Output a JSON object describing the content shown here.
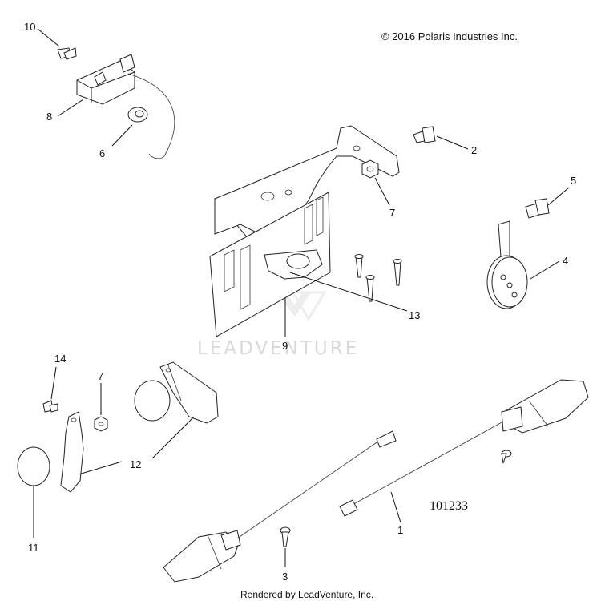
{
  "copyright": "© 2016  Polaris Industries Inc.",
  "diagram_number": "101233",
  "watermark": "LEADVENTURE",
  "footer": "Rendered by LeadVenture, Inc.",
  "callouts": {
    "c1": "1",
    "c2": "2",
    "c3": "3",
    "c4": "4",
    "c5": "5",
    "c6": "6",
    "c7a": "7",
    "c7b": "7",
    "c8": "8",
    "c9": "9",
    "c10": "10",
    "c11": "11",
    "c12": "12",
    "c13": "13",
    "c14": "14"
  }
}
